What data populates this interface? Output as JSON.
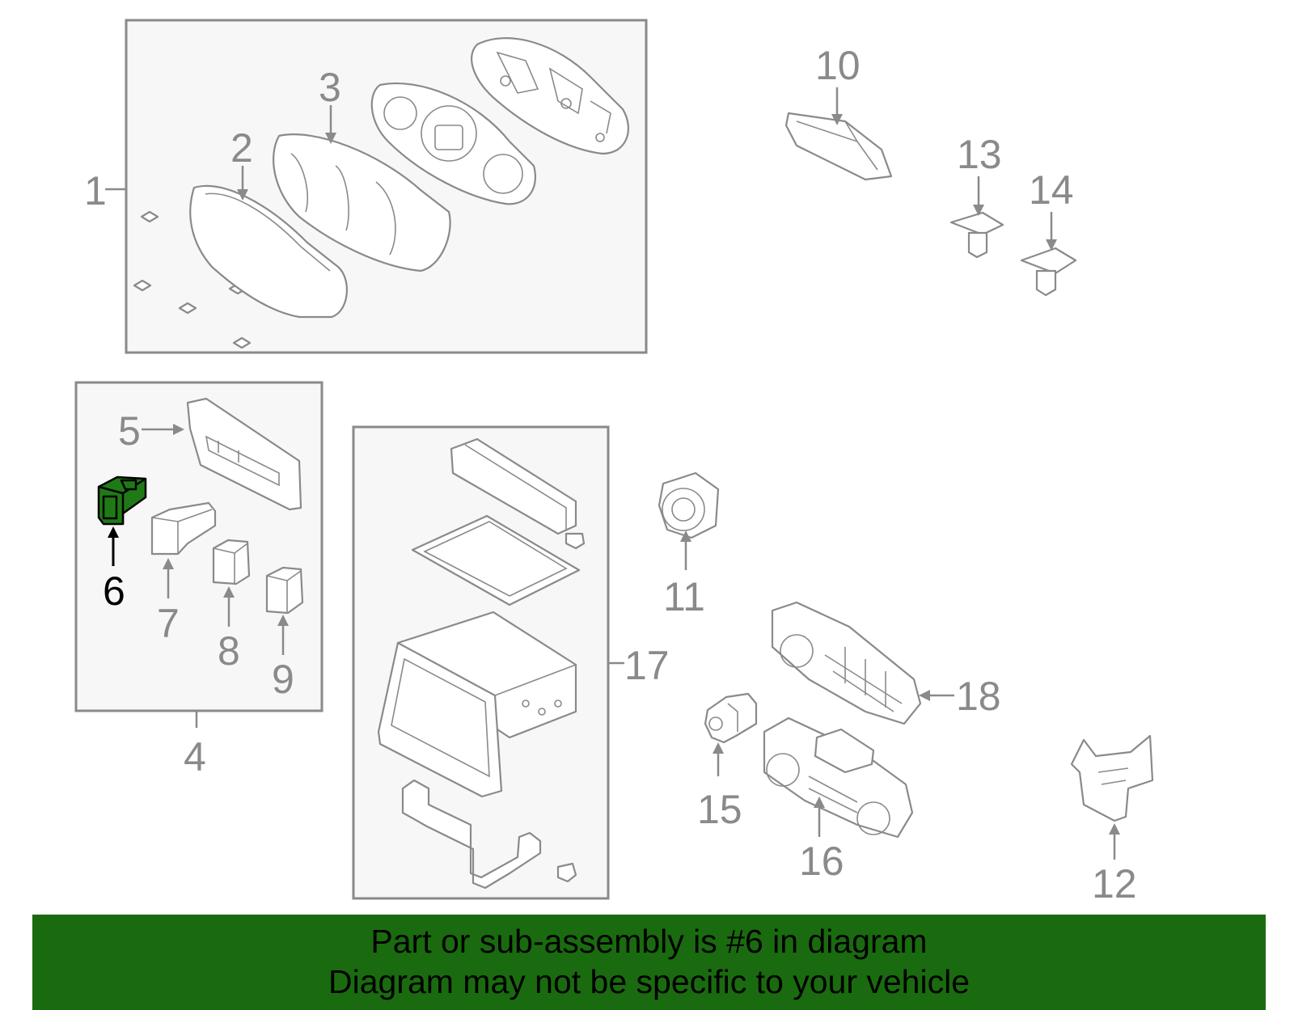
{
  "callouts": {
    "c1": "1",
    "c2": "2",
    "c3": "3",
    "c4": "4",
    "c5": "5",
    "c6": "6",
    "c7": "7",
    "c8": "8",
    "c9": "9",
    "c10": "10",
    "c11": "11",
    "c12": "12",
    "c13": "13",
    "c14": "14",
    "c15": "15",
    "c16": "16",
    "c17": "17",
    "c18": "18"
  },
  "highlighted_part": "6",
  "colors": {
    "highlight": "#1f7a16",
    "banner": "#1a6b0f",
    "line": "#8a8a8a"
  },
  "banner": {
    "line1": "Part or sub-assembly is #6 in diagram",
    "line2": "Diagram may not be specific to your vehicle"
  }
}
